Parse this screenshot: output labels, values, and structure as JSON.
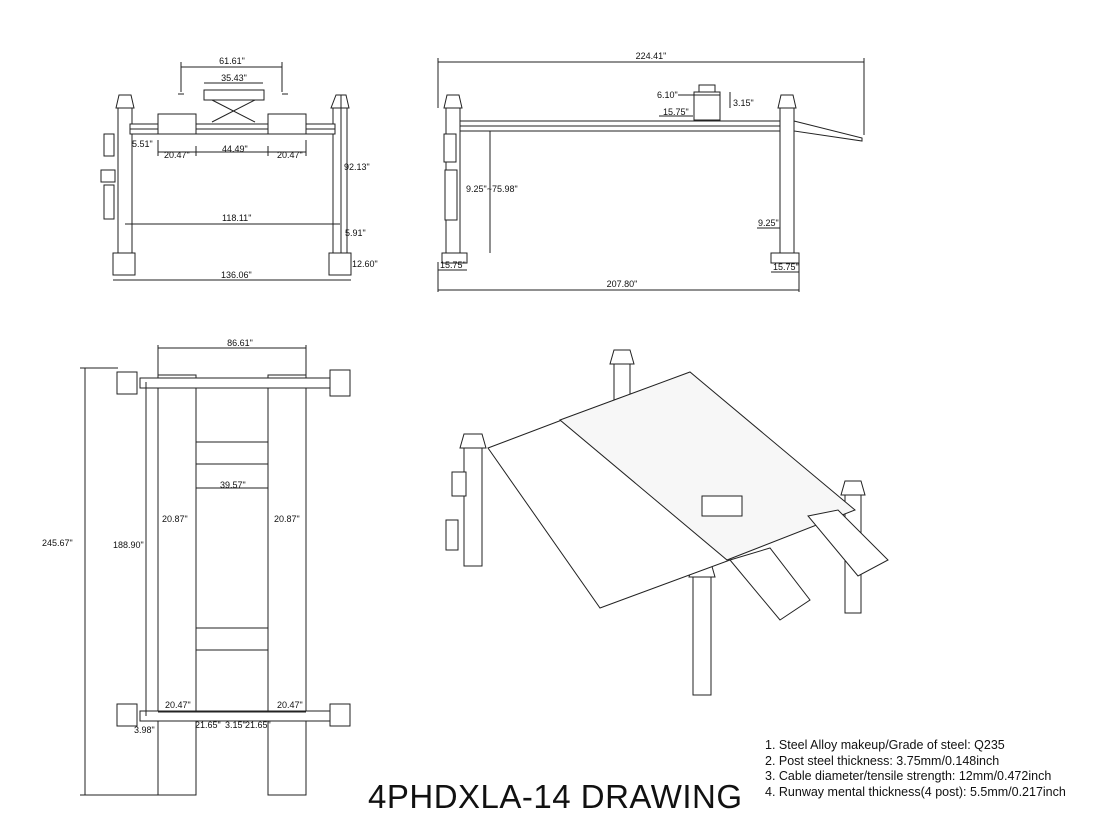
{
  "title": "4PHDXLA-14 DRAWING",
  "notes": [
    "1. Steel Alloy makeup/Grade of steel: Q235",
    "2. Post steel thickness: 3.75mm/0.148inch",
    "3. Cable diameter/tensile strength: 12mm/0.472inch",
    "4. Runway mental thickness(4 post): 5.5mm/0.217inch"
  ],
  "front_view": {
    "dims": {
      "d1": "61.61\"",
      "d2": "35.43\"",
      "d3": "5.51\"",
      "d4": "20.47\"",
      "d5": "44.49\"",
      "d6": "20.47\"",
      "d7": "92.13\"",
      "d8": "118.11\"",
      "d9": "5.91\"",
      "d10": "12.60\"",
      "d11": "136.06\""
    }
  },
  "side_view": {
    "dims": {
      "d1": "224.41\"",
      "d2": "6.10\"",
      "d3": "3.15\"",
      "d4": "15.75\"",
      "d5": "9.25\"~75.98\"",
      "d6": "9.25\"",
      "d7": "15.75\"",
      "d8": "15.75\"",
      "d9": "207.80\""
    }
  },
  "top_view": {
    "dims": {
      "d1": "86.61\"",
      "d2": "245.67\"",
      "d3": "188.90\"",
      "d4": "39.57\"",
      "d5": "20.87\"",
      "d6": "20.87\"",
      "d7": "20.47\"",
      "d8": "20.47\"",
      "d9": "3.98\"",
      "d10": "21.65\"",
      "d11": "3.15\"",
      "d12": "21.65\""
    }
  }
}
